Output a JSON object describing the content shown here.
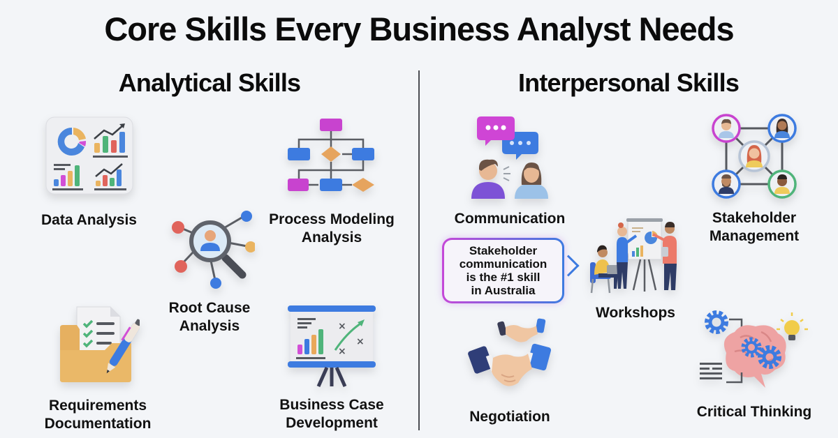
{
  "title": "Core Skills Every Business Analyst Needs",
  "sections": {
    "analytical": {
      "heading": "Analytical Skills",
      "items": [
        {
          "label": "Data Analysis",
          "icon": "data-analysis-dashboard-icon"
        },
        {
          "label": "Root Cause\nAnalysis",
          "line1": "Root Cause",
          "line2": "Analysis",
          "icon": "magnifier-network-icon"
        },
        {
          "label": "Process Modeling Analysis",
          "line1": "Process Modeling",
          "line2": "Analysis",
          "icon": "flowchart-icon"
        },
        {
          "label": "Requirements Documentation",
          "line1": "Requirements",
          "line2": "Documentation",
          "icon": "folder-checklist-pen-icon"
        },
        {
          "label": "Business Case Development",
          "line1": "Business Case",
          "line2": "Development",
          "icon": "presentation-board-icon"
        }
      ]
    },
    "interpersonal": {
      "heading": "Interpersonal Skills",
      "items": [
        {
          "label": "Communication",
          "icon": "people-chat-bubbles-icon"
        },
        {
          "label": "Stakeholder Management",
          "line1": "Stakeholder",
          "line2": "Management",
          "icon": "stakeholder-network-icon"
        },
        {
          "label": "Workshops",
          "icon": "team-presentation-icon"
        },
        {
          "label": "Negotiation",
          "icon": "handshake-icon"
        },
        {
          "label": "Critical Thinking",
          "icon": "brain-gears-lightbulb-icon"
        }
      ]
    }
  },
  "callout": {
    "text": "Stakeholder\ncommunication\nis the #1 skill\nin Australia"
  },
  "colors": {
    "background": "#f3f5f8",
    "blue": "#3d7be0",
    "magenta": "#c548d8",
    "orange": "#e9a85a",
    "green": "#4fb47a",
    "red": "#e0645c",
    "divider": "#4a4d52"
  }
}
